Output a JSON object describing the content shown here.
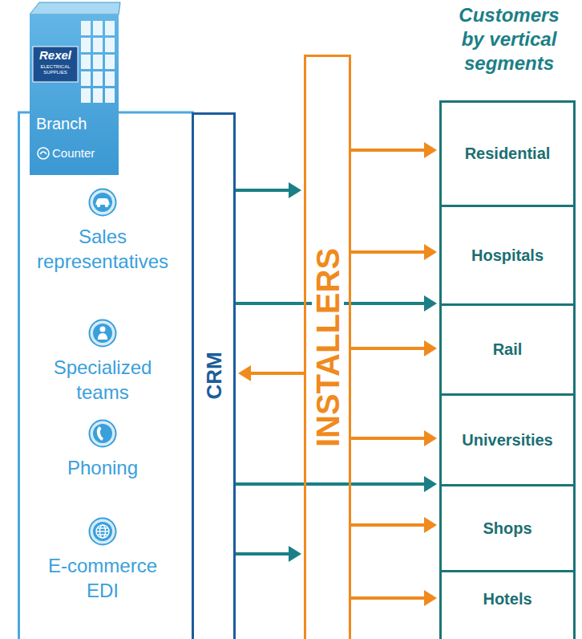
{
  "diagram": {
    "nodes": [
      {
        "text": [
          "Rexel",
          "ELECTRICAL SUPPLIES",
          "Branch",
          "Counter"
        ]
      },
      {
        "text": [
          "Sales representatives"
        ]
      },
      {
        "text": [
          "Specialized teams"
        ]
      },
      {
        "text": [
          "Phoning"
        ]
      },
      {
        "text": [
          "E-commerce EDI"
        ]
      },
      {
        "text": [
          "CRM"
        ]
      },
      {
        "text": [
          "INSTALLERS"
        ]
      },
      {
        "text": [
          "Customers by vertical segments"
        ]
      },
      {
        "text": [
          "Residential"
        ],
        "in": 7
      },
      {
        "text": [
          "Hospitals"
        ],
        "in": 7
      },
      {
        "text": [
          "Rail"
        ],
        "in": 7
      },
      {
        "text": [
          "Universities"
        ],
        "in": 7
      },
      {
        "text": [
          "Shops"
        ],
        "in": 7
      },
      {
        "text": [
          "Hotels"
        ],
        "in": 7
      }
    ],
    "edges": [
      {
        "from": 5,
        "to": 6,
        "arrow": "to"
      },
      {
        "from": 5,
        "to": 7,
        "arrow": "to"
      },
      {
        "from": 6,
        "to": 5,
        "arrow": "to"
      },
      {
        "from": 5,
        "to": 7,
        "arrow": "to"
      },
      {
        "from": 5,
        "to": 6,
        "arrow": "to"
      },
      {
        "from": 6,
        "to": 8,
        "arrow": "to"
      },
      {
        "from": 6,
        "to": 9,
        "arrow": "to"
      },
      {
        "from": 6,
        "to": 10,
        "arrow": "to"
      },
      {
        "from": 6,
        "to": 11,
        "arrow": "to"
      },
      {
        "from": 6,
        "to": 12,
        "arrow": "to"
      },
      {
        "from": 6,
        "to": 13,
        "arrow": "to"
      }
    ]
  }
}
